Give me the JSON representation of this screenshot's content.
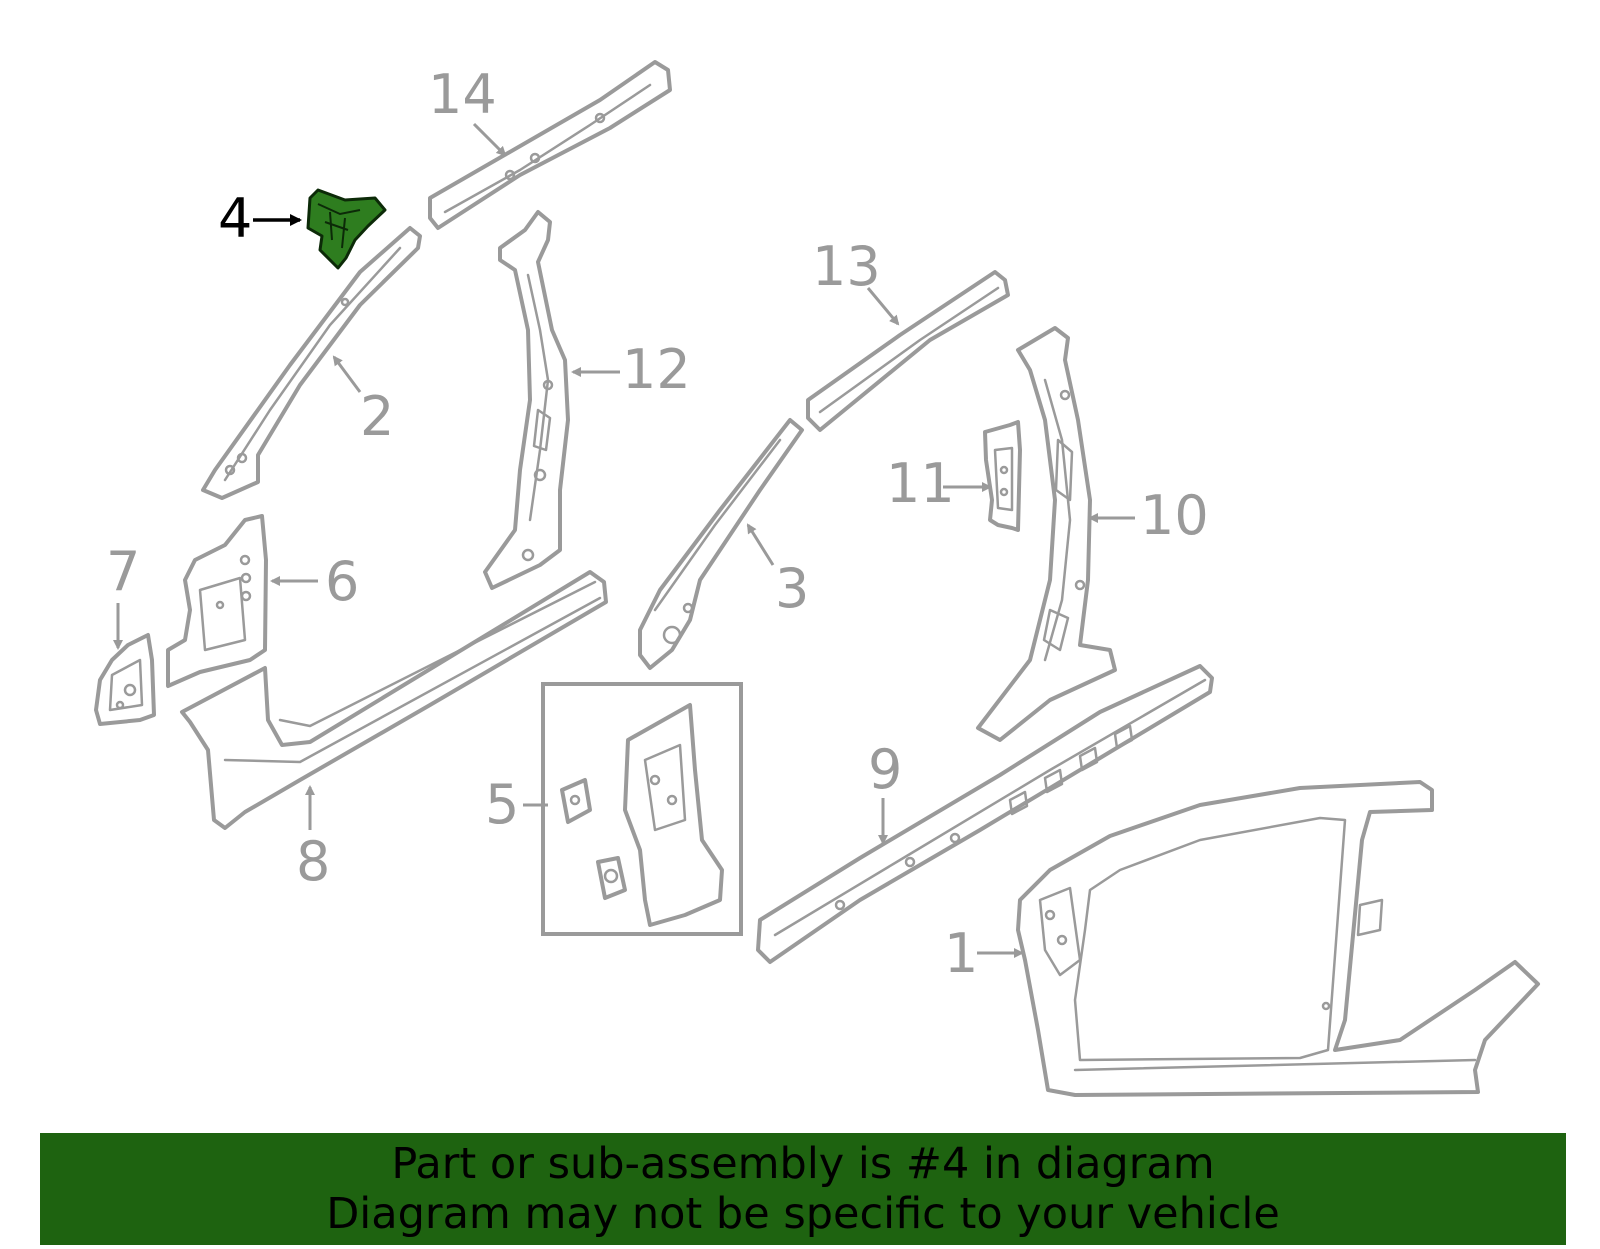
{
  "diagram": {
    "callouts": {
      "c1": "1",
      "c2": "2",
      "c3": "3",
      "c4": "4",
      "c5": "5",
      "c6": "6",
      "c7": "7",
      "c8": "8",
      "c9": "9",
      "c10": "10",
      "c11": "11",
      "c12": "12",
      "c13": "13",
      "c14": "14"
    },
    "highlighted_part": "4",
    "highlight_color": "#2e7d1f",
    "part_line_color": "#9a9a9a"
  },
  "banner": {
    "line1": "Part or sub-assembly is #4 in diagram",
    "line2": "Diagram may not be specific to your vehicle",
    "background": "#1e6310"
  }
}
